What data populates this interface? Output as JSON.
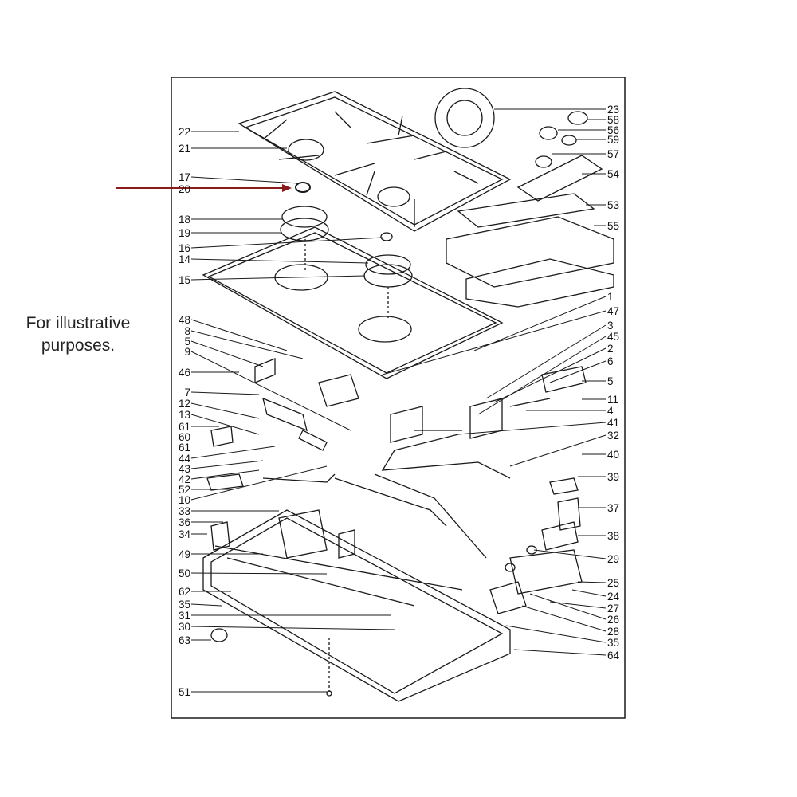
{
  "caption": "For illustrative purposes.",
  "colors": {
    "ink": "#1a1a1a",
    "pointer_arrow": "#8b1a1a",
    "background": "#ffffff"
  },
  "highlighted_part": "20",
  "labels_left": [
    "22",
    "21",
    "17",
    "20",
    "18",
    "19",
    "16",
    "14",
    "15",
    "48",
    "8",
    "5",
    "9",
    "46",
    "7",
    "12",
    "13",
    "61",
    "60",
    "61",
    "44",
    "43",
    "42",
    "52",
    "10",
    "33",
    "36",
    "34",
    "49",
    "50",
    "62",
    "35",
    "31",
    "30",
    "63",
    "51"
  ],
  "labels_right": [
    "23",
    "58",
    "56",
    "59",
    "57",
    "54",
    "53",
    "55",
    "1",
    "47",
    "3",
    "45",
    "2",
    "6",
    "5",
    "11",
    "4",
    "41",
    "32",
    "40",
    "39",
    "37",
    "38",
    "29",
    "25",
    "24",
    "27",
    "26",
    "28",
    "35",
    "64"
  ]
}
